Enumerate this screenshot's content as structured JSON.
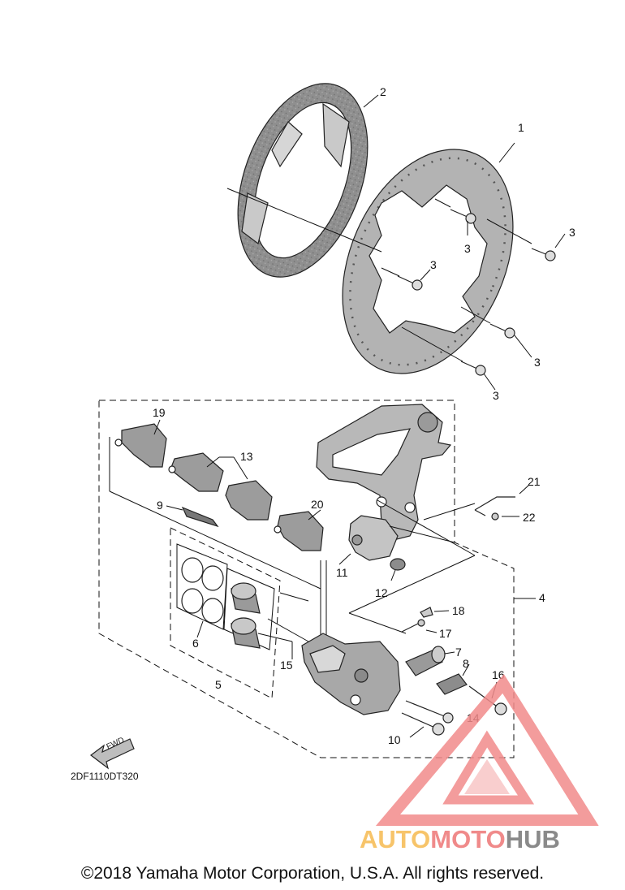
{
  "diagram_code": "2DF1110DT320",
  "fwd_label": "FWD",
  "copyright": "©2018 Yamaha Motor Corporation, U.S.A. All rights reserved.",
  "watermark": {
    "part1": "AUTO",
    "part2": "MOTO",
    "part3": "HUB",
    "color1": "#f7c46a",
    "color2": "#f08a8a",
    "color3": "#8a8a8a",
    "triangle_color": "#f28b8b"
  },
  "callouts": {
    "c1": "1",
    "c2": "2",
    "c3a": "3",
    "c3b": "3",
    "c3c": "3",
    "c3d": "3",
    "c3e": "3",
    "c4": "4",
    "c5": "5",
    "c6": "6",
    "c7": "7",
    "c8": "8",
    "c9": "9",
    "c10": "10",
    "c11": "11",
    "c12": "12",
    "c13": "13",
    "c14": "14",
    "c15": "15",
    "c16": "16",
    "c17": "17",
    "c18": "18",
    "c19": "19",
    "c20": "20",
    "c21": "21",
    "c22": "22"
  }
}
